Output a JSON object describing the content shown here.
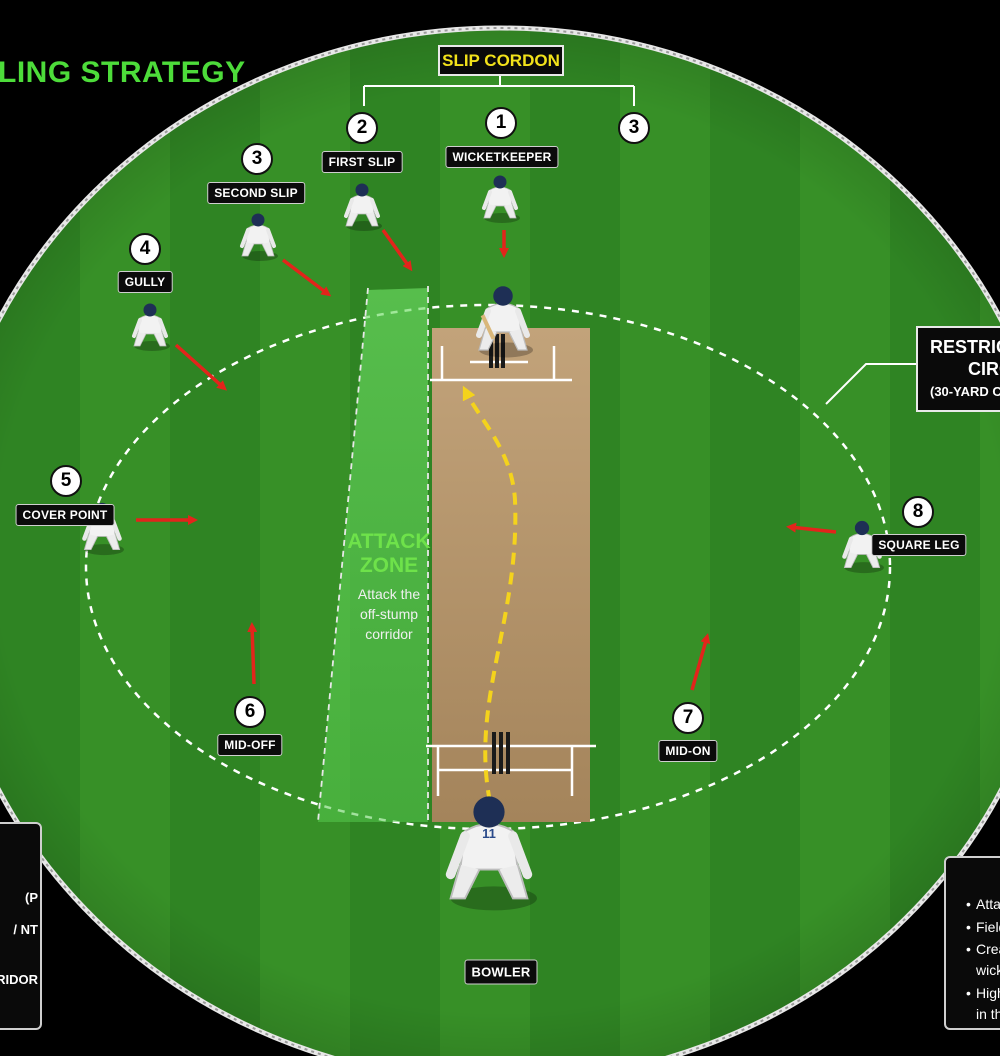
{
  "title": "LING STRATEGY",
  "slip_cordon": "SLIP CORDON",
  "fielders": [
    {
      "id": "wk",
      "num": "1",
      "label": "WICKETKEEPER"
    },
    {
      "id": "first-slip",
      "num": "2",
      "label": "FIRST SLIP"
    },
    {
      "id": "second-slip",
      "num": "3",
      "label": "SECOND SLIP"
    },
    {
      "id": "gully",
      "num": "4",
      "label": "GULLY"
    },
    {
      "id": "cover-point",
      "num": "5",
      "label": "COVER POINT"
    },
    {
      "id": "mid-off",
      "num": "6",
      "label": "MID-OFF"
    },
    {
      "id": "mid-on",
      "num": "7",
      "label": "MID-ON"
    },
    {
      "id": "square-leg",
      "num": "8",
      "label": "SQUARE LEG"
    },
    {
      "id": "bowler",
      "num": "",
      "label": "BOWLER"
    }
  ],
  "slip_cordon_right_num": "3",
  "attack_zone": {
    "title_line1": "ATTACK",
    "title_line2": "ZONE",
    "desc_line1": "Attack the",
    "desc_line2": "off-stump",
    "desc_line3": "corridor"
  },
  "restricted_circle": {
    "line1": "RESTRIC",
    "line2": "CIRCL",
    "line3": "(30-YARD C"
  },
  "left_panel": {
    "lines": [
      "P)",
      "NT /",
      "RIDOR"
    ]
  },
  "right_panel": {
    "lines": [
      "Atta",
      "Field",
      "Crea",
      "wick",
      "High",
      "in th"
    ]
  },
  "bowler_shirt_number": "11",
  "colors": {
    "grass_light": "#3e9a2c",
    "grass_dark": "#2f8423",
    "pitch": "#b4946a",
    "attack_zone": "#5fd15a",
    "arrow": "#e3241b",
    "ball_path": "#f4d31c",
    "title": "#4ddc3a"
  }
}
